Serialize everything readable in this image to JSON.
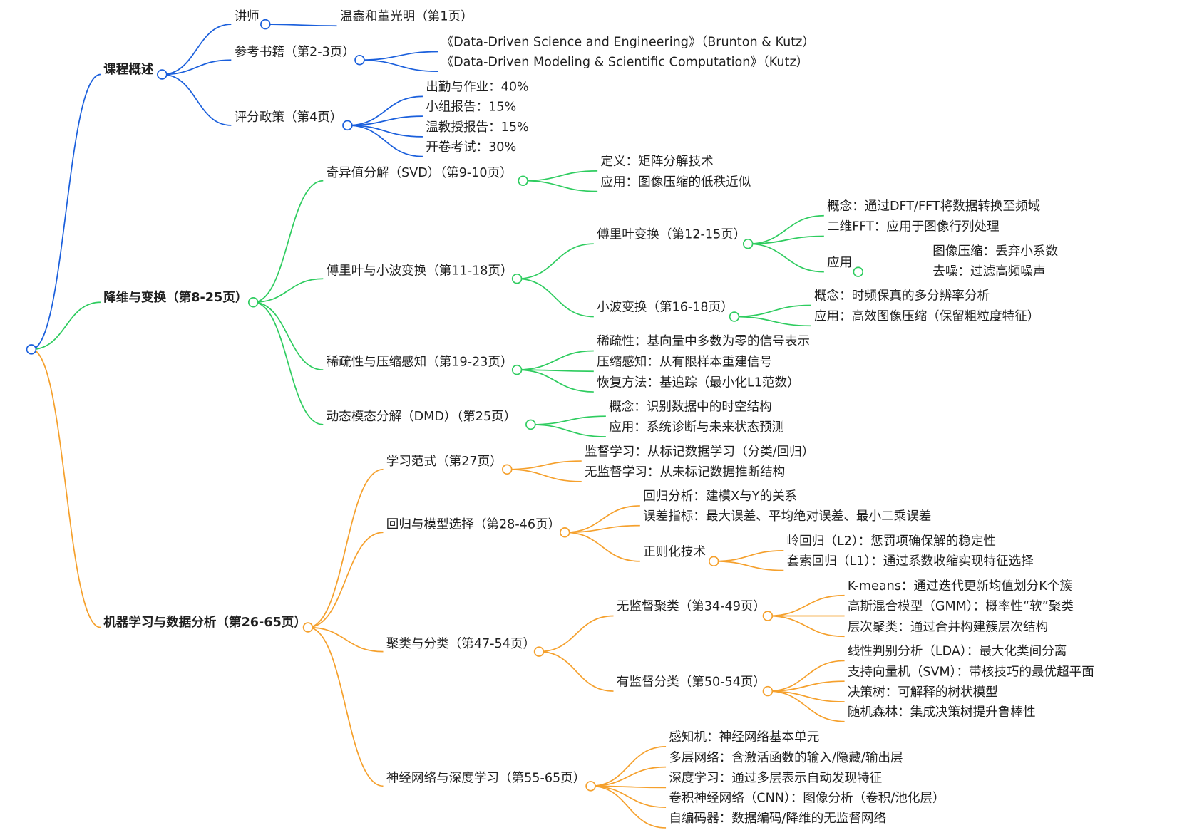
{
  "colors": {
    "course": "#1a5fdc",
    "dim": "#2ecc5f",
    "ml": "#f5a02c"
  },
  "branches": [
    {
      "id": "course",
      "color": "course",
      "label": "课程概述",
      "children": [
        {
          "label": "讲师",
          "children": [
            {
              "label": "温鑫和董光明（第1页）"
            }
          ]
        },
        {
          "label": "参考书籍（第2-3页）",
          "children": [
            {
              "label": "《Data-Driven Science and Engineering》（Brunton & Kutz）"
            },
            {
              "label": "《Data-Driven Modeling & Scientific Computation》（Kutz）"
            }
          ]
        },
        {
          "label": "评分政策（第4页）",
          "children": [
            {
              "label": "出勤与作业：40%"
            },
            {
              "label": "小组报告：15%"
            },
            {
              "label": "温教授报告：15%"
            },
            {
              "label": "开卷考试：30%"
            }
          ]
        }
      ]
    },
    {
      "id": "dim",
      "color": "dim",
      "label": "降维与变换（第8-25页）",
      "children": [
        {
          "label": "奇异值分解（SVD）（第9-10页）",
          "children": [
            {
              "label": "定义：矩阵分解技术"
            },
            {
              "label": "应用：图像压缩的低秩近似"
            }
          ]
        },
        {
          "label": "傅里叶与小波变换（第11-18页）",
          "children": [
            {
              "label": "傅里叶变换（第12-15页）",
              "children": [
                {
                  "label": "概念：通过DFT/FFT将数据转换至频域"
                },
                {
                  "label": "二维FFT：应用于图像行列处理"
                },
                {
                  "label": "应用",
                  "children": [
                    {
                      "label": "图像压缩：丢弃小系数"
                    },
                    {
                      "label": "去噪：过滤高频噪声"
                    }
                  ]
                }
              ]
            },
            {
              "label": "小波变换（第16-18页）",
              "children": [
                {
                  "label": "概念：时频保真的多分辨率分析"
                },
                {
                  "label": "应用：高效图像压缩（保留粗粒度特征）"
                }
              ]
            }
          ]
        },
        {
          "label": "稀疏性与压缩感知（第19-23页）",
          "children": [
            {
              "label": "稀疏性：基向量中多数为零的信号表示"
            },
            {
              "label": "压缩感知：从有限样本重建信号"
            },
            {
              "label": "恢复方法：基追踪（最小化L1范数）"
            }
          ]
        },
        {
          "label": "动态模态分解（DMD）（第25页）",
          "children": [
            {
              "label": "概念：识别数据中的时空结构"
            },
            {
              "label": "应用：系统诊断与未来状态预测"
            }
          ]
        }
      ]
    },
    {
      "id": "ml",
      "color": "ml",
      "label": "机器学习与数据分析（第26-65页）",
      "children": [
        {
          "label": "学习范式（第27页）",
          "children": [
            {
              "label": "监督学习：从标记数据学习（分类/回归）"
            },
            {
              "label": "无监督学习：从未标记数据推断结构"
            }
          ]
        },
        {
          "label": "回归与模型选择（第28-46页）",
          "children": [
            {
              "label": "回归分析：建模X与Y的关系"
            },
            {
              "label": "误差指标：最大误差、平均绝对误差、最小二乘误差"
            },
            {
              "label": "正则化技术",
              "children": [
                {
                  "label": "岭回归（L2）：惩罚项确保解的稳定性"
                },
                {
                  "label": "套索回归（L1）：通过系数收缩实现特征选择"
                }
              ]
            }
          ]
        },
        {
          "label": "聚类与分类（第47-54页）",
          "children": [
            {
              "label": "无监督聚类（第34-49页）",
              "children": [
                {
                  "label": "K-means：通过迭代更新均值划分K个簇"
                },
                {
                  "label": "高斯混合模型（GMM）：概率性“软”聚类"
                },
                {
                  "label": "层次聚类：通过合并构建簇层次结构"
                }
              ]
            },
            {
              "label": "有监督分类（第50-54页）",
              "children": [
                {
                  "label": "线性判别分析（LDA）：最大化类间分离"
                },
                {
                  "label": "支持向量机（SVM）：带核技巧的最优超平面"
                },
                {
                  "label": "决策树：可解释的树状模型"
                },
                {
                  "label": "随机森林：集成决策树提升鲁棒性"
                }
              ]
            }
          ]
        },
        {
          "label": "神经网络与深度学习（第55-65页）",
          "children": [
            {
              "label": "感知机：神经网络基本单元"
            },
            {
              "label": "多层网络：含激活函数的输入/隐藏/输出层"
            },
            {
              "label": "深度学习：通过多层表示自动发现特征"
            },
            {
              "label": "卷积神经网络（CNN）：图像分析（卷积/池化层）"
            },
            {
              "label": "自编码器：数据编码/降维的无监督网络"
            }
          ]
        }
      ]
    }
  ]
}
